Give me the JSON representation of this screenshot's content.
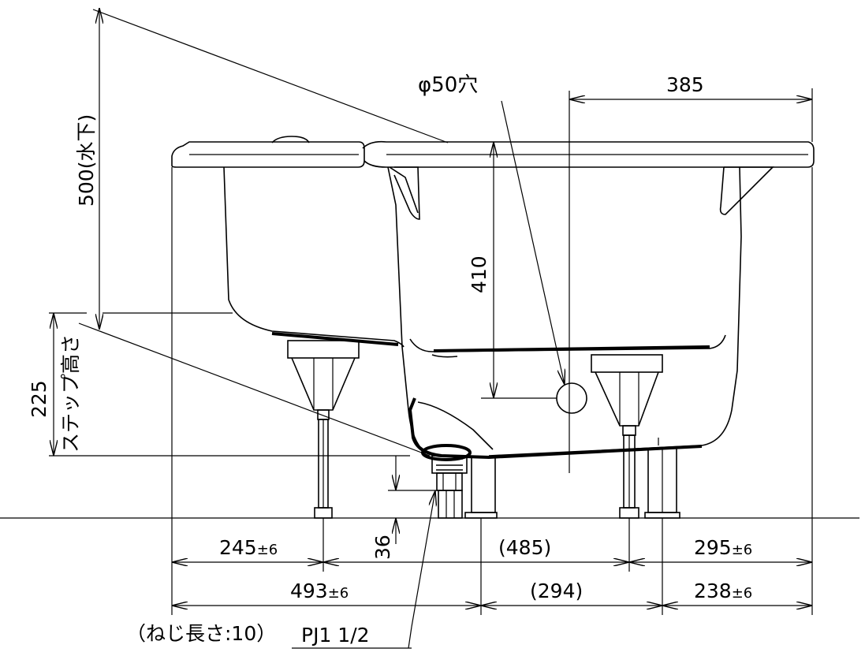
{
  "dimensions": {
    "hole_label": "φ50穴",
    "top_width": "385",
    "height_500": "500(水下)",
    "depth_410": "410",
    "step_value": "225",
    "step_label": "ステップ高さ",
    "drain_height": "36",
    "bottom_row1": [
      {
        "main": "245",
        "tol": "±6"
      },
      {
        "main": "(485)",
        "tol": ""
      },
      {
        "main": "295",
        "tol": "±6"
      }
    ],
    "bottom_row2": [
      {
        "main": "493",
        "tol": "±6"
      },
      {
        "main": "(294)",
        "tol": ""
      },
      {
        "main": "238",
        "tol": "±6"
      }
    ],
    "thread_note": "（ねじ長さ:10）",
    "pipe_spec": "PJ1 1/2"
  }
}
